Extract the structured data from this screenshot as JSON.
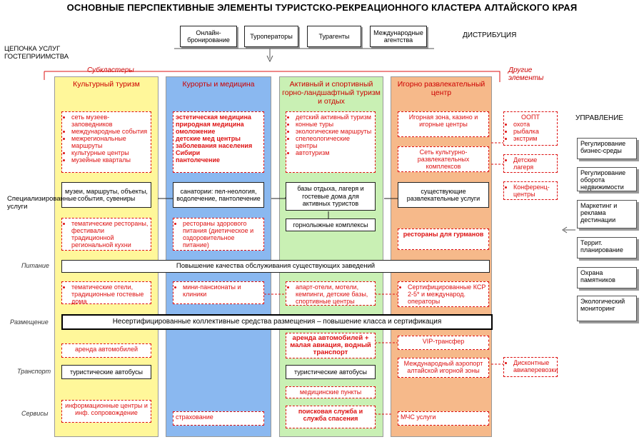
{
  "title": "ОСНОВНЫЕ ПЕРСПЕКТИВНЫЕ ЭЛЕМЕНТЫ ТУРИСТСКО-РЕКРЕАЦИОННОГО КЛАСТЕРА АЛТАЙСКОГО КРАЯ",
  "distribution": {
    "label": "ДИСТРИБУЦИЯ",
    "items": [
      "Онлайн-бронирование",
      "Туроператоры",
      "Турагенты",
      "Международные агентства"
    ]
  },
  "chain_label": "ЦЕПОЧКА УСЛУГ ГОСТЕПРИИМСТВА",
  "subclusters_label": "Субкластеры",
  "other_label": "Другие элементы",
  "management_label": "УПРАВЛЕНИЕ",
  "row_labels": {
    "special": "Специализированные услуги",
    "food": "Питание",
    "lodging": "Размещение",
    "transport": "Транспорт",
    "services": "Сервисы"
  },
  "columns": {
    "culture": {
      "header": "Культурный туризм",
      "top_red": [
        "сеть музеев-заповедников",
        "международные события",
        "межрегиональные маршруты",
        "культурные центры",
        "музейные кварталы"
      ],
      "white": "музеи, маршруты, объекты, события, сувениры",
      "food_red": "тематические рестораны, фестивали традиционной региональной кухни",
      "lodging_red": "тематические отели, традиционные гостевые дома",
      "car_red": "аренда автомобилей",
      "bus": "туристические автобусы",
      "services_red": "информационные центры и инф. сопровождение"
    },
    "resorts": {
      "header": "Курорты и медицина",
      "top_red": [
        "эстетическая медицина",
        "природная медицина",
        "омоложение",
        "детские мед центры",
        "заболевания населения Сибири",
        "пантолечение"
      ],
      "white": "санатории: пел-неология, водолечение, пантолечение",
      "food_red": "рестораны здорового питания (диетическое и оздоровительное питание)",
      "lodging_red": "мини-пансионаты и клиники",
      "services_red": "страхование"
    },
    "active": {
      "header": "Активный и спортивный горно-ландшафтный туризм и отдых",
      "top_red": [
        "детский активный туризм",
        "конные туры",
        "экологические маршруты",
        "спелеологические центры",
        "автотуризм"
      ],
      "white": "базы отдыха, лагеря и гостевые дома для активных туристов",
      "ski": "горнолыжные комплексы",
      "lodging_red": "апарт-отели, мотели, кемпинги, детские базы, спортивные центры",
      "rent_red": "аренда автомобилей + малая авиация, водный транспорт",
      "bus": "туристические автобусы",
      "med_red": "медицинские пункты",
      "search_red": "поисковая служба и служба спасения"
    },
    "gaming": {
      "header": "Игорно развлекательный центр",
      "top_red": "Игорная зона, казино и игорные центры",
      "mid_red": "Сеть культурно-развлекательных комплексов",
      "white": "существующие развлекательные услуги",
      "food_red": "рестораны для гурманов",
      "lodging_red": "Сертифицированные КСР 2-5* и международ. операторы",
      "vip_red": "VIP-трансфер",
      "airport_red": "Международный аэропорт алтайской игорной зоны",
      "services_red": "МЧС услуги"
    }
  },
  "food_band": "Повышение качества обслуживания существующих заведений",
  "lodging_band": "Несертифицированные коллективные средства размещения – повышение класса и сертификация",
  "other_elements": {
    "oopt": [
      "ООПТ",
      "охота",
      "рыбалка",
      "экстрим"
    ],
    "kids": "Детские лагеря",
    "conf": "Конференц-центры",
    "discount": "Дисконтные авиаперевозки"
  },
  "management_items": [
    "Регулирование бизнес-среды",
    "Регулирование оборота недвижимости",
    "Маркетинг и реклама дестинации",
    "Террит. планирование",
    "Охрана памятников",
    "Экологический мониторинг"
  ],
  "colors": {
    "culture": "#fff79a",
    "resorts": "#8ab8f0",
    "active": "#c9f0b4",
    "gaming": "#f6b98a",
    "red": "#d11111"
  }
}
